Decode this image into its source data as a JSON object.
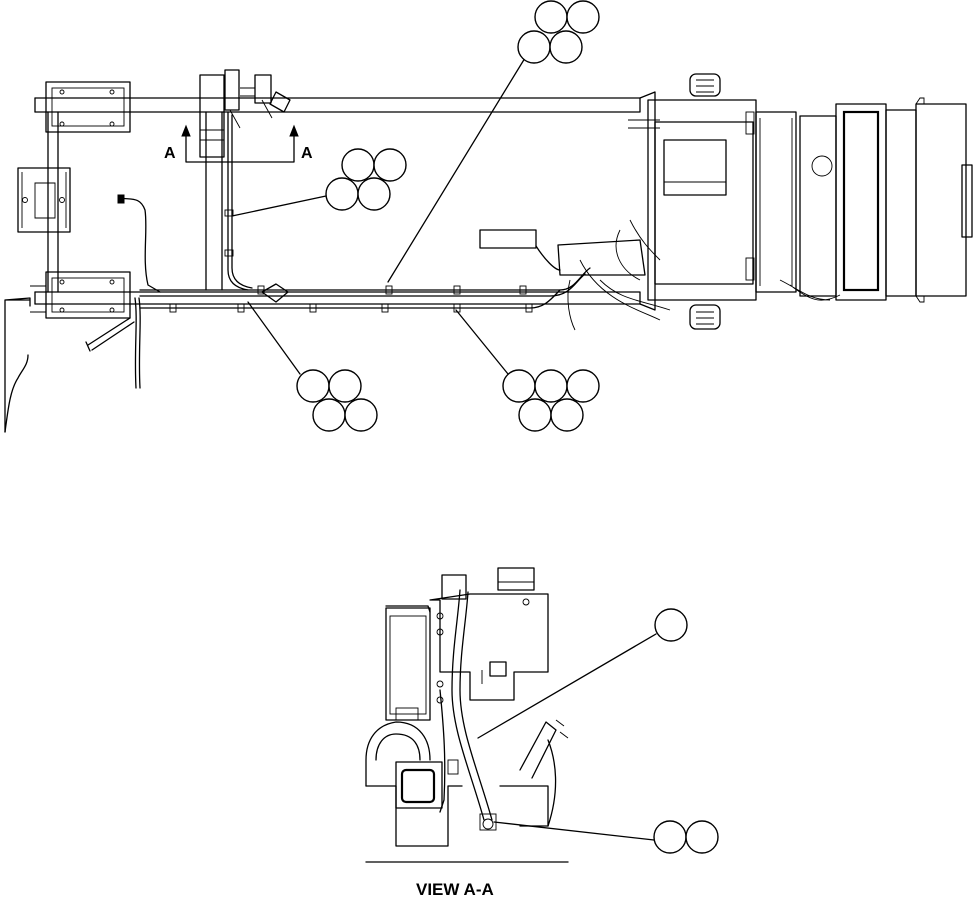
{
  "section_marker_left": "A",
  "section_marker_right": "A",
  "view_caption": "VIEW A-A"
}
